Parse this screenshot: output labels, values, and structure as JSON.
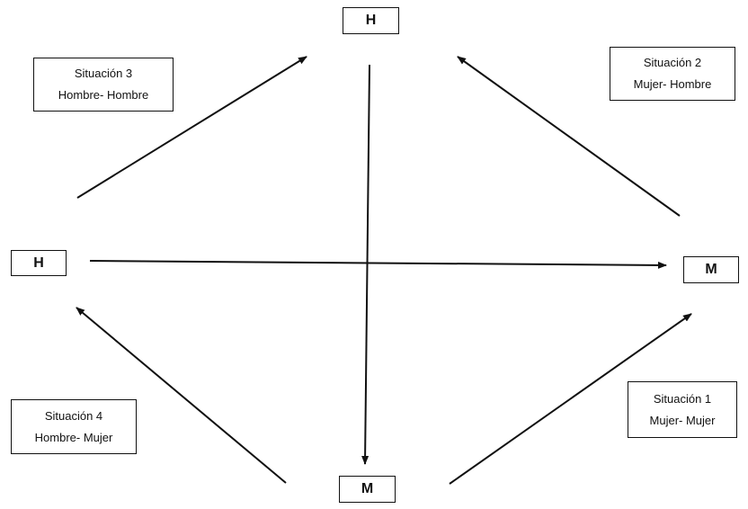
{
  "nodes": {
    "top": "H",
    "left": "H",
    "right": "M",
    "bottom": "M"
  },
  "situations": [
    {
      "title": "Situación 1",
      "subtitle": "Mujer- Mujer"
    },
    {
      "title": "Situación 2",
      "subtitle": "Mujer- Hombre"
    },
    {
      "title": "Situación 3",
      "subtitle": "Hombre- Hombre"
    },
    {
      "title": "Situación 4",
      "subtitle": "Hombre- Mujer"
    }
  ]
}
